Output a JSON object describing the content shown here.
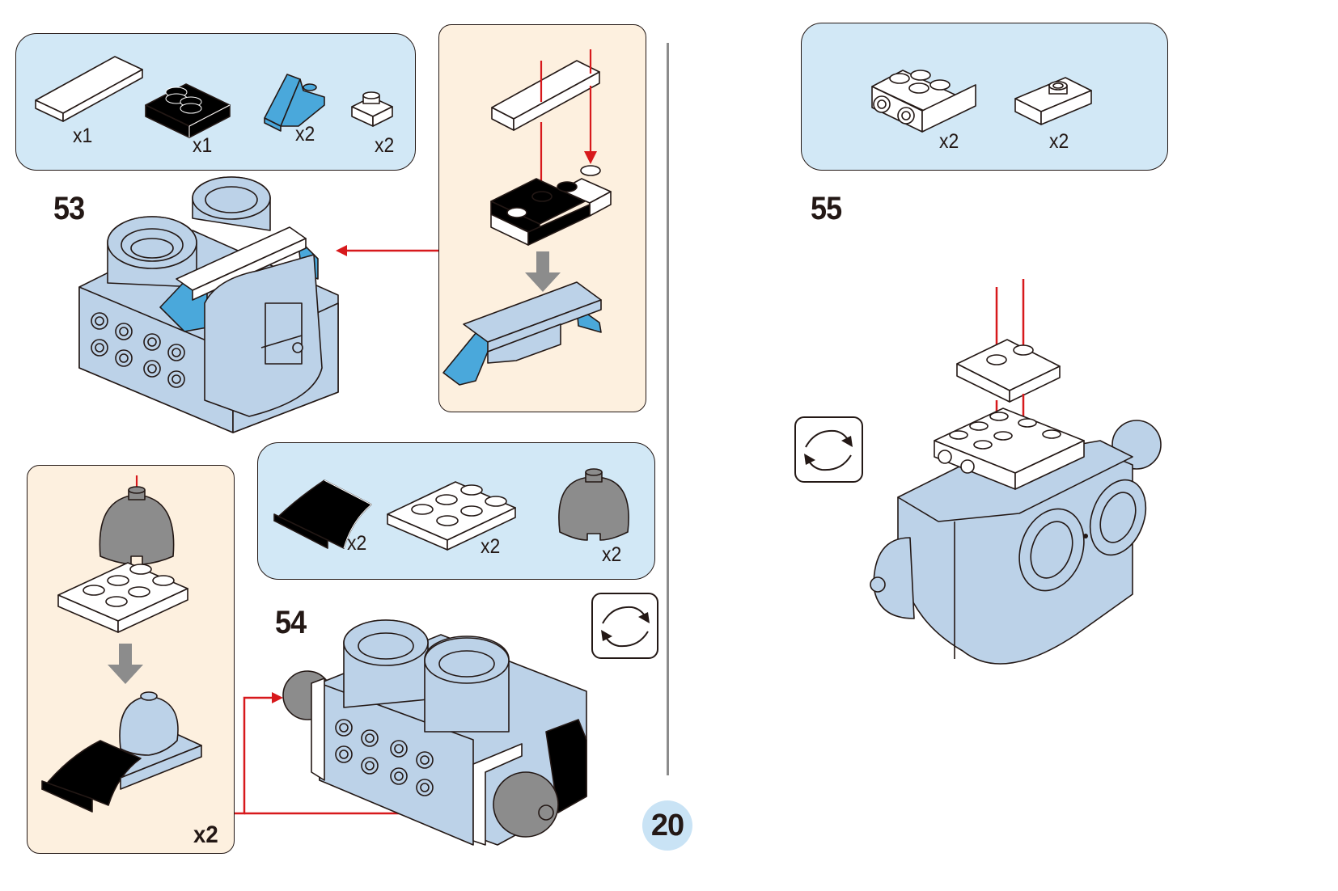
{
  "page": {
    "number": "20"
  },
  "colors": {
    "parts_box_bg": "#d2e8f6",
    "callout_bg": "#fdf0df",
    "brick_light_blue": "#bcd2e8",
    "brick_blue": "#4aa8db",
    "brick_black": "#000000",
    "brick_white": "#ffffff",
    "brick_gray": "#8c8c8c",
    "arrow_red": "#d7191c",
    "arrow_gray": "#8c8c8c"
  },
  "steps": [
    {
      "number": "53",
      "parts": [
        {
          "name": "white 1x4 tile",
          "icon": "white-tile-1x4-icon",
          "qty": "x1"
        },
        {
          "name": "black 2x2 plate (2 studs)",
          "icon": "black-plate-2x2-icon",
          "qty": "x1"
        },
        {
          "name": "blue slope with stud",
          "icon": "blue-slope-icon",
          "qty": "x2"
        },
        {
          "name": "white 1x1 plate",
          "icon": "white-plate-1x1-icon",
          "qty": "x2"
        }
      ],
      "sub_assembly": "top-bridge subassembly (white tile + black plate + white plates + blue slopes)"
    },
    {
      "number": "54",
      "parts": [
        {
          "name": "black curved slope",
          "icon": "black-curved-slope-icon",
          "qty": "x2"
        },
        {
          "name": "white 2x3 plate",
          "icon": "white-plate-2x3-icon",
          "qty": "x2"
        },
        {
          "name": "gray round dome",
          "icon": "gray-dome-icon",
          "qty": "x2"
        }
      ],
      "sub_assembly": {
        "label": "side subassembly",
        "qty": "x2"
      },
      "rotate": "rotate-model-icon"
    },
    {
      "number": "55",
      "parts": [
        {
          "name": "white 2x2 brick with side studs",
          "icon": "white-brick-side-studs-icon",
          "qty": "x2"
        },
        {
          "name": "white 1x2 jumper plate",
          "icon": "white-jumper-plate-icon",
          "qty": "x2"
        }
      ],
      "rotate": "rotate-model-icon"
    }
  ]
}
